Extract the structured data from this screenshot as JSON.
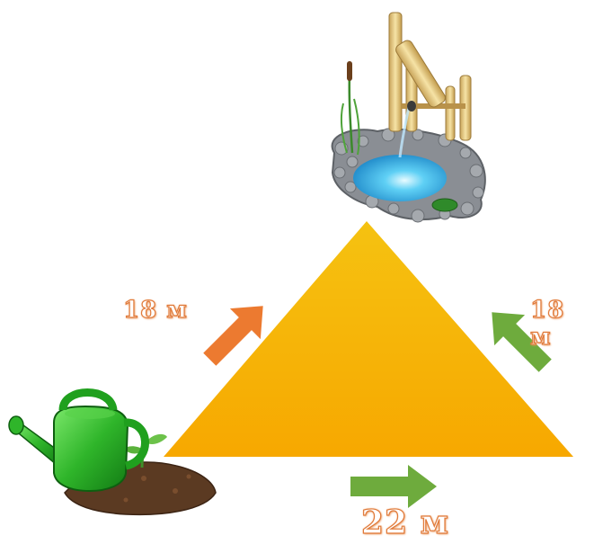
{
  "labels": {
    "left": "18 м",
    "right": "18 м",
    "bottom": "22 м"
  },
  "colors": {
    "triangle": "#f7b600",
    "arrow_orange": "#ec7a30",
    "arrow_green": "#6eab3d",
    "label_stroke": "#e07a3a"
  }
}
